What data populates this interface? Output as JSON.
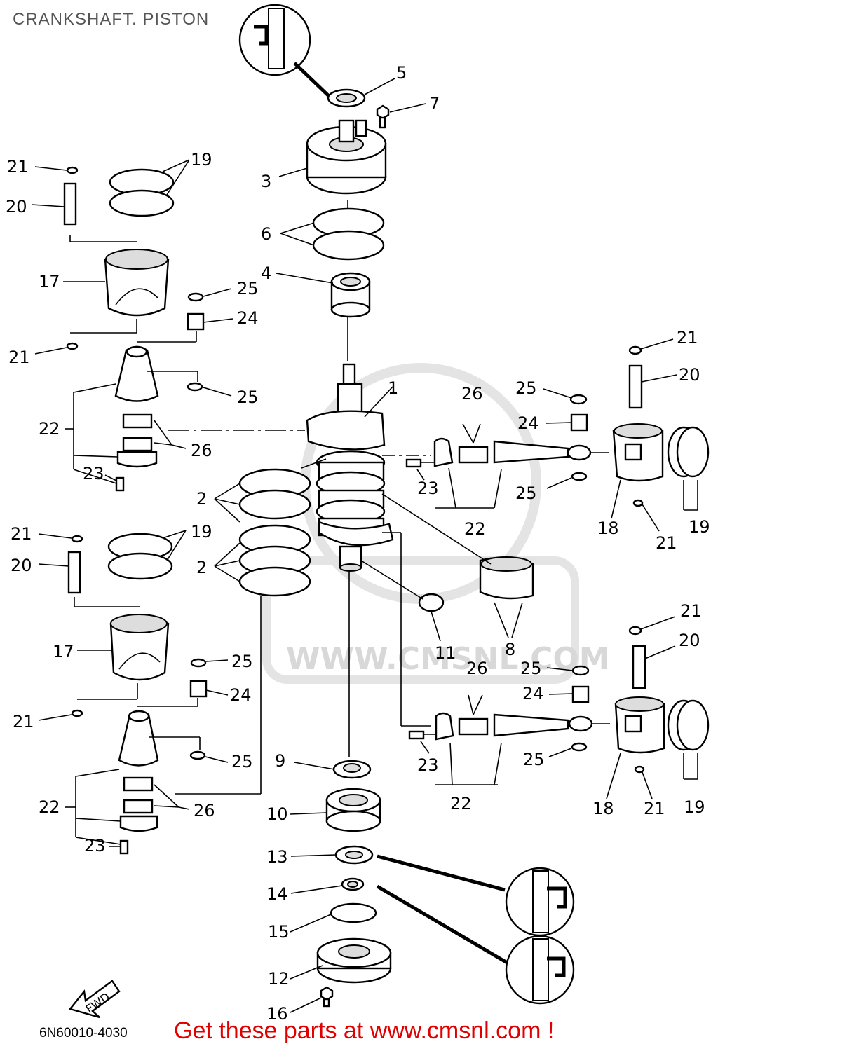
{
  "title": "CRANKSHAFT. PISTON",
  "doc_number": "6N60010-4030",
  "cta": "Get these parts at www.cmsnl.com !",
  "watermark_text": "WWW.CMSNL.COM",
  "fwd_label": "FWD",
  "colors": {
    "cta": "#e00000",
    "title": "#555555",
    "watermark": "#d8d8d8"
  },
  "callouts": {
    "c1": "1",
    "c2a": "2",
    "c2b": "2",
    "c3": "3",
    "c4": "4",
    "c5": "5",
    "c6": "6",
    "c7": "7",
    "c8": "8",
    "c9": "9",
    "c10": "10",
    "c11": "11",
    "c12": "12",
    "c13": "13",
    "c14": "14",
    "c15": "15",
    "c16": "16",
    "c17a": "17",
    "c17b": "17",
    "c18a": "18",
    "c18b": "18",
    "c19a": "19",
    "c19b": "19",
    "c19c": "19",
    "c19d": "19",
    "c20a": "20",
    "c20b": "20",
    "c20c": "20",
    "c20d": "20",
    "c21a": "21",
    "c21b": "21",
    "c21c": "21",
    "c21d": "21",
    "c21e": "21",
    "c21f": "21",
    "c21g": "21",
    "c21h": "21",
    "c22a": "22",
    "c22b": "22",
    "c22c": "22",
    "c22d": "22",
    "c23a": "23",
    "c23b": "23",
    "c23c": "23",
    "c23d": "23",
    "c24a": "24",
    "c24b": "24",
    "c24c": "24",
    "c24d": "24",
    "c25a": "25",
    "c25b": "25",
    "c25c": "25",
    "c25d": "25",
    "c25e": "25",
    "c25f": "25",
    "c25g": "25",
    "c25h": "25",
    "c26a": "26",
    "c26b": "26",
    "c26c": "26",
    "c26d": "26"
  }
}
